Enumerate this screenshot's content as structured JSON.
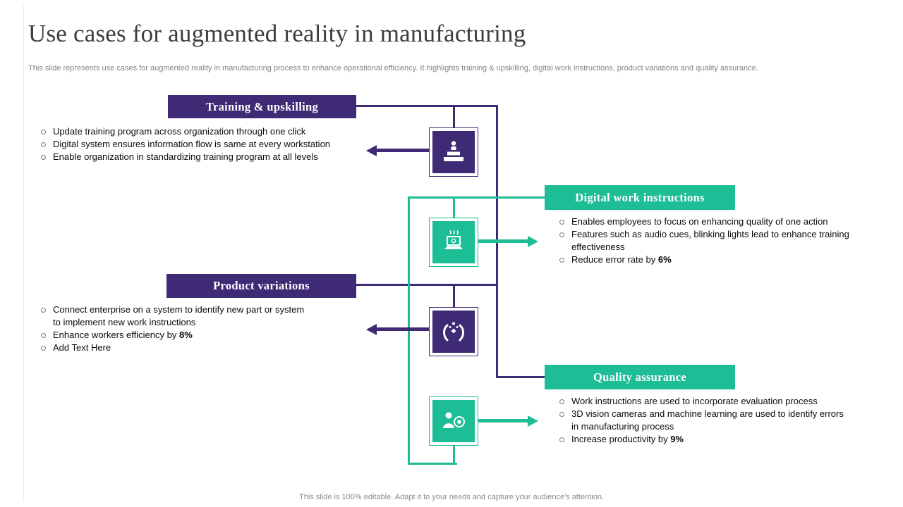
{
  "slide": {
    "title": "Use cases for augmented reality in manufacturing",
    "subtitle": "This slide represents use cases for augmented reality in manufacturing process to enhance operational efficiency. It highlights training & upskilling, digital work instructions, product variations and quality assurance.",
    "footer": "This slide is 100% editable. Adapt it to your needs and capture your audience's attention."
  },
  "colors": {
    "purple": "#3e2a75",
    "teal": "#1dbd96",
    "title_text": "#3d3d3d",
    "muted_text": "#848484"
  },
  "sections": [
    {
      "label": "Training & upskilling",
      "color": "#3e2a75",
      "icon": "training-pyramid-icon",
      "bullets": [
        {
          "text": "Update training program across organization through one click"
        },
        {
          "text": "Digital system ensures information flow is same at every workstation"
        },
        {
          "text": "Enable organization in standardizing training program at all levels"
        }
      ]
    },
    {
      "label": "Digital work instructions",
      "color": "#1dbd96",
      "icon": "laptop-instructions-icon",
      "bullets": [
        {
          "text": "Enables employees to focus on enhancing quality of one action"
        },
        {
          "text": "Features such as audio cues, blinking lights lead to enhance training effectiveness"
        },
        {
          "text": "Reduce error rate by ",
          "bold": "6%"
        }
      ]
    },
    {
      "label": "Product variations",
      "color": "#3e2a75",
      "icon": "hands-sparkle-icon",
      "bullets": [
        {
          "text": "Connect enterprise on a system to identify new part or system to implement new work instructions"
        },
        {
          "text": "Enhance workers efficiency by ",
          "bold": "8%"
        },
        {
          "text": "Add Text Here"
        }
      ]
    },
    {
      "label": "Quality assurance",
      "color": "#1dbd96",
      "icon": "inspector-target-icon",
      "bullets": [
        {
          "text": "Work instructions are used to incorporate evaluation process"
        },
        {
          "text": "3D vision cameras and machine learning are used to identify errors in manufacturing process"
        },
        {
          "text": "Increase productivity by ",
          "bold": "9%"
        }
      ]
    }
  ]
}
